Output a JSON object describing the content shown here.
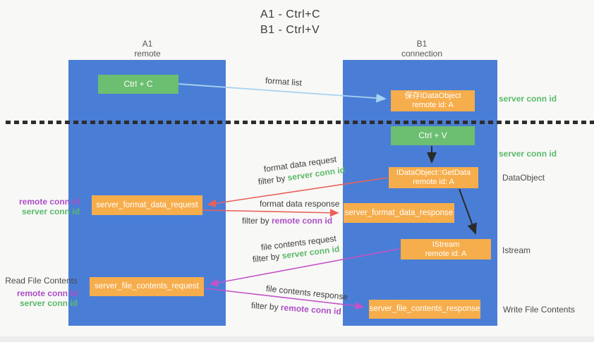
{
  "title": {
    "line1": "A1 - Ctrl+C",
    "line2": "B1 - Ctrl+V"
  },
  "lanes": {
    "left": {
      "id": "A1",
      "role": "remote"
    },
    "right": {
      "id": "B1",
      "role": "connection"
    }
  },
  "nodes": {
    "ctrl_c": {
      "label": "Ctrl + C"
    },
    "save_dataobject": {
      "line1": "保存IDataObject",
      "line2": "remote id: A"
    },
    "ctrl_v": {
      "label": "Ctrl + V"
    },
    "getdata": {
      "line1": "IDataObject::GetData",
      "line2": "remote id: A"
    },
    "format_request": {
      "label": "server_format_data_request"
    },
    "format_response": {
      "label": "server_format_data_response"
    },
    "istream": {
      "line1": "IStream",
      "line2": "remote id: A"
    },
    "file_request": {
      "label": "server_file_contents_request"
    },
    "file_response": {
      "label": "server_file_contents_response"
    }
  },
  "arrow_labels": {
    "format_list": "format list",
    "format_data_request": "format data request",
    "format_data_request_filter": {
      "prefix": "filter by ",
      "value": "server conn id"
    },
    "format_data_response": "format data response",
    "format_data_response_filter": {
      "prefix": "filter by ",
      "value": "remote conn id"
    },
    "file_contents_request": "file contents request",
    "file_contents_request_filter": {
      "prefix": "filter by ",
      "value": "server conn id"
    },
    "file_contents_response": "file contents response",
    "file_contents_response_filter": {
      "prefix": "filter by ",
      "value": "remote conn id"
    }
  },
  "side_labels": {
    "server_conn_id_top": "server conn id",
    "server_conn_id_mid": "server conn id",
    "dataobject": "DataObject",
    "istream": "Istream",
    "read_file_contents": "Read File Contents",
    "write_file_contents": "Write File Contents",
    "format_remote_conn_id": "remote conn id",
    "format_server_conn_id": "server conn id",
    "file_remote_conn_id": "remote conn id",
    "file_server_conn_id": "server conn id"
  },
  "colors": {
    "lane_blue": "#4A7ED6",
    "node_orange": "#F6AD4B",
    "node_green": "#6CBE70",
    "green_text": "#5BB96A",
    "purple_text": "#AC4FC6",
    "red_arrow": "#E8625A",
    "magenta_arrow": "#C453C8",
    "light_blue_arrow": "#A9D3F2",
    "black_arrow": "#2A2A2A"
  }
}
